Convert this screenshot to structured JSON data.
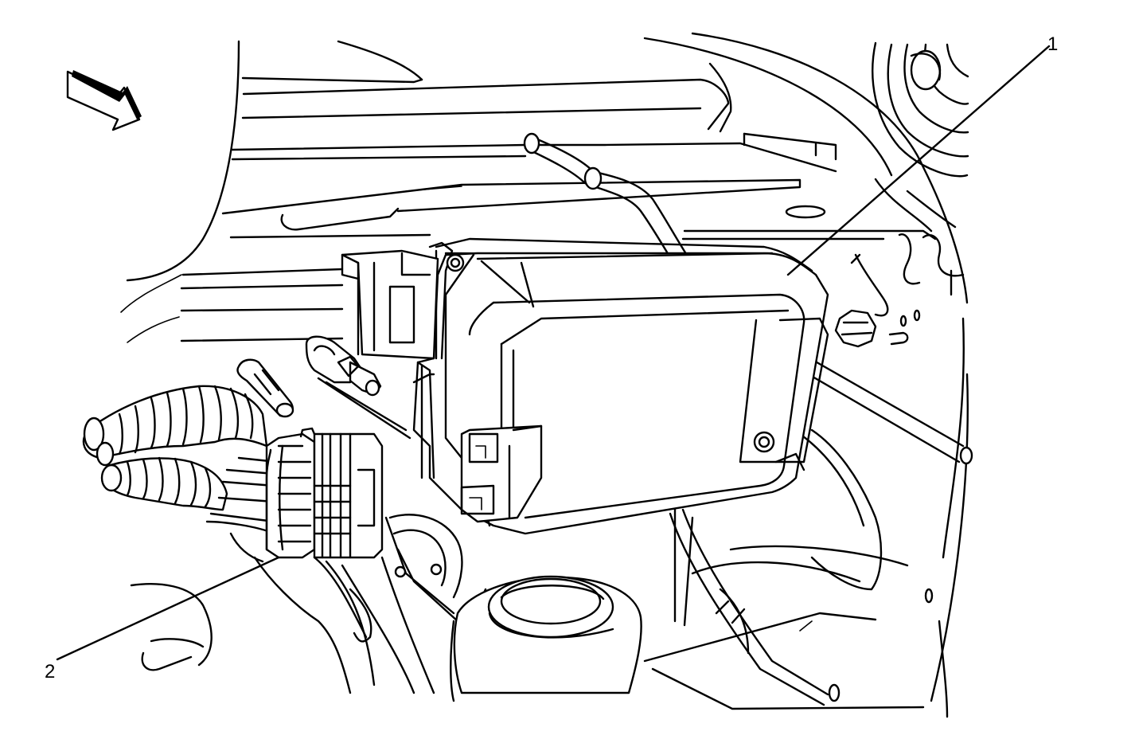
{
  "callouts": [
    {
      "id": "1",
      "label": "1"
    },
    {
      "id": "2",
      "label": "2"
    }
  ],
  "colors": {
    "line": "#000000",
    "background": "#ffffff"
  },
  "icons": {
    "direction": "forward-arrow-icon"
  }
}
